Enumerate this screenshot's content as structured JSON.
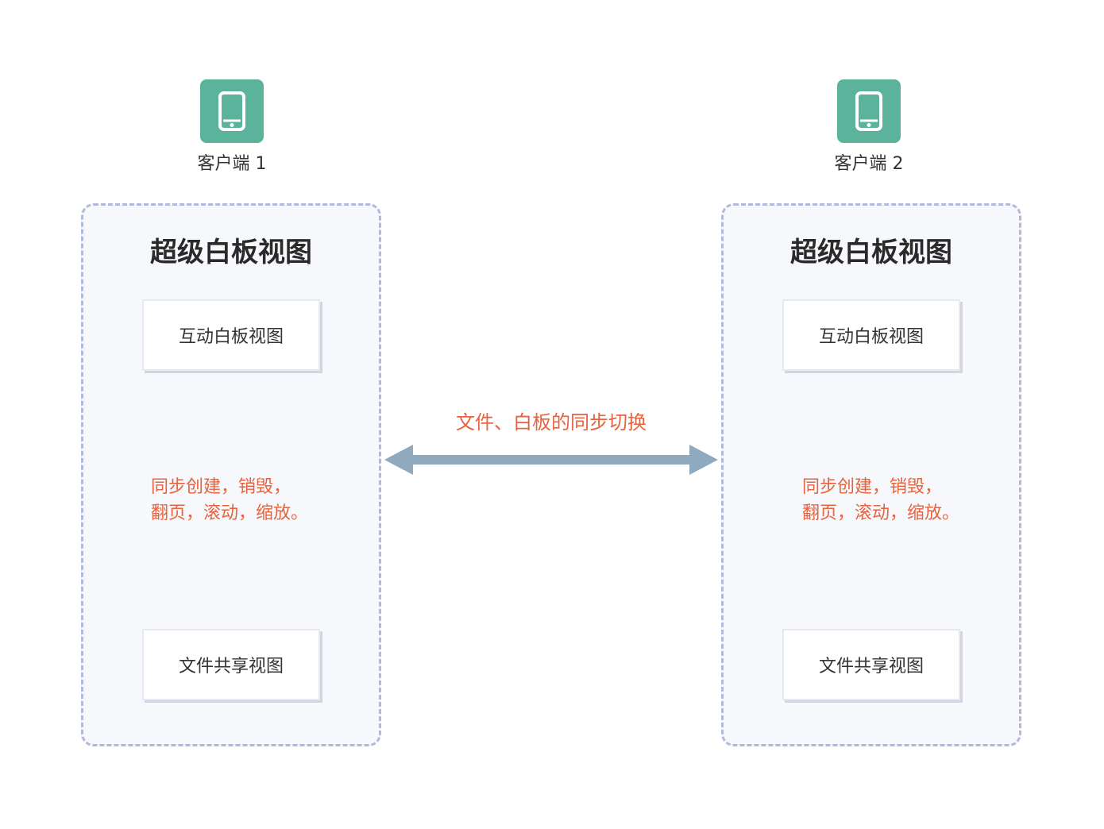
{
  "colors": {
    "accent_green": "#5cb39c",
    "label_orange": "#e6633f",
    "arrow_blue": "#8fa9bf",
    "panel_border": "#b3b9dc"
  },
  "clients": [
    {
      "label": "客户端 1",
      "icon": "mobile-phone-icon",
      "panel_title": "超级白板视图",
      "top_box": "互动白板视图",
      "bottom_box": "文件共享视图",
      "sync_line1": "同步创建，销毁，",
      "sync_line2": "翻页，滚动，缩放。"
    },
    {
      "label": "客户端 2",
      "icon": "mobile-phone-icon",
      "panel_title": "超级白板视图",
      "top_box": "互动白板视图",
      "bottom_box": "文件共享视图",
      "sync_line1": "同步创建，销毁，",
      "sync_line2": "翻页，滚动，缩放。"
    }
  ],
  "center_label": "文件、白板的同步切换"
}
